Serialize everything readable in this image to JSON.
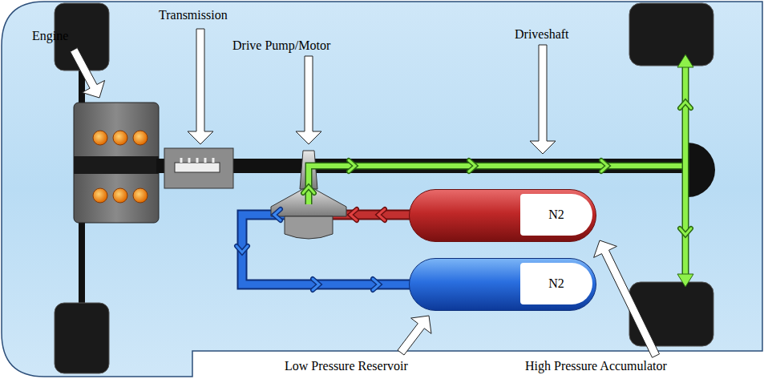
{
  "diagram": {
    "nodes": [
      {
        "text": [
          "N2"
        ]
      },
      {
        "text": [
          "N2"
        ]
      }
    ],
    "labels": [
      "Engine",
      "Transmission",
      "Drive Pump/Motor",
      "Driveshaft",
      "Low Pressure Reservoir",
      "High Pressure Accumulator"
    ]
  }
}
